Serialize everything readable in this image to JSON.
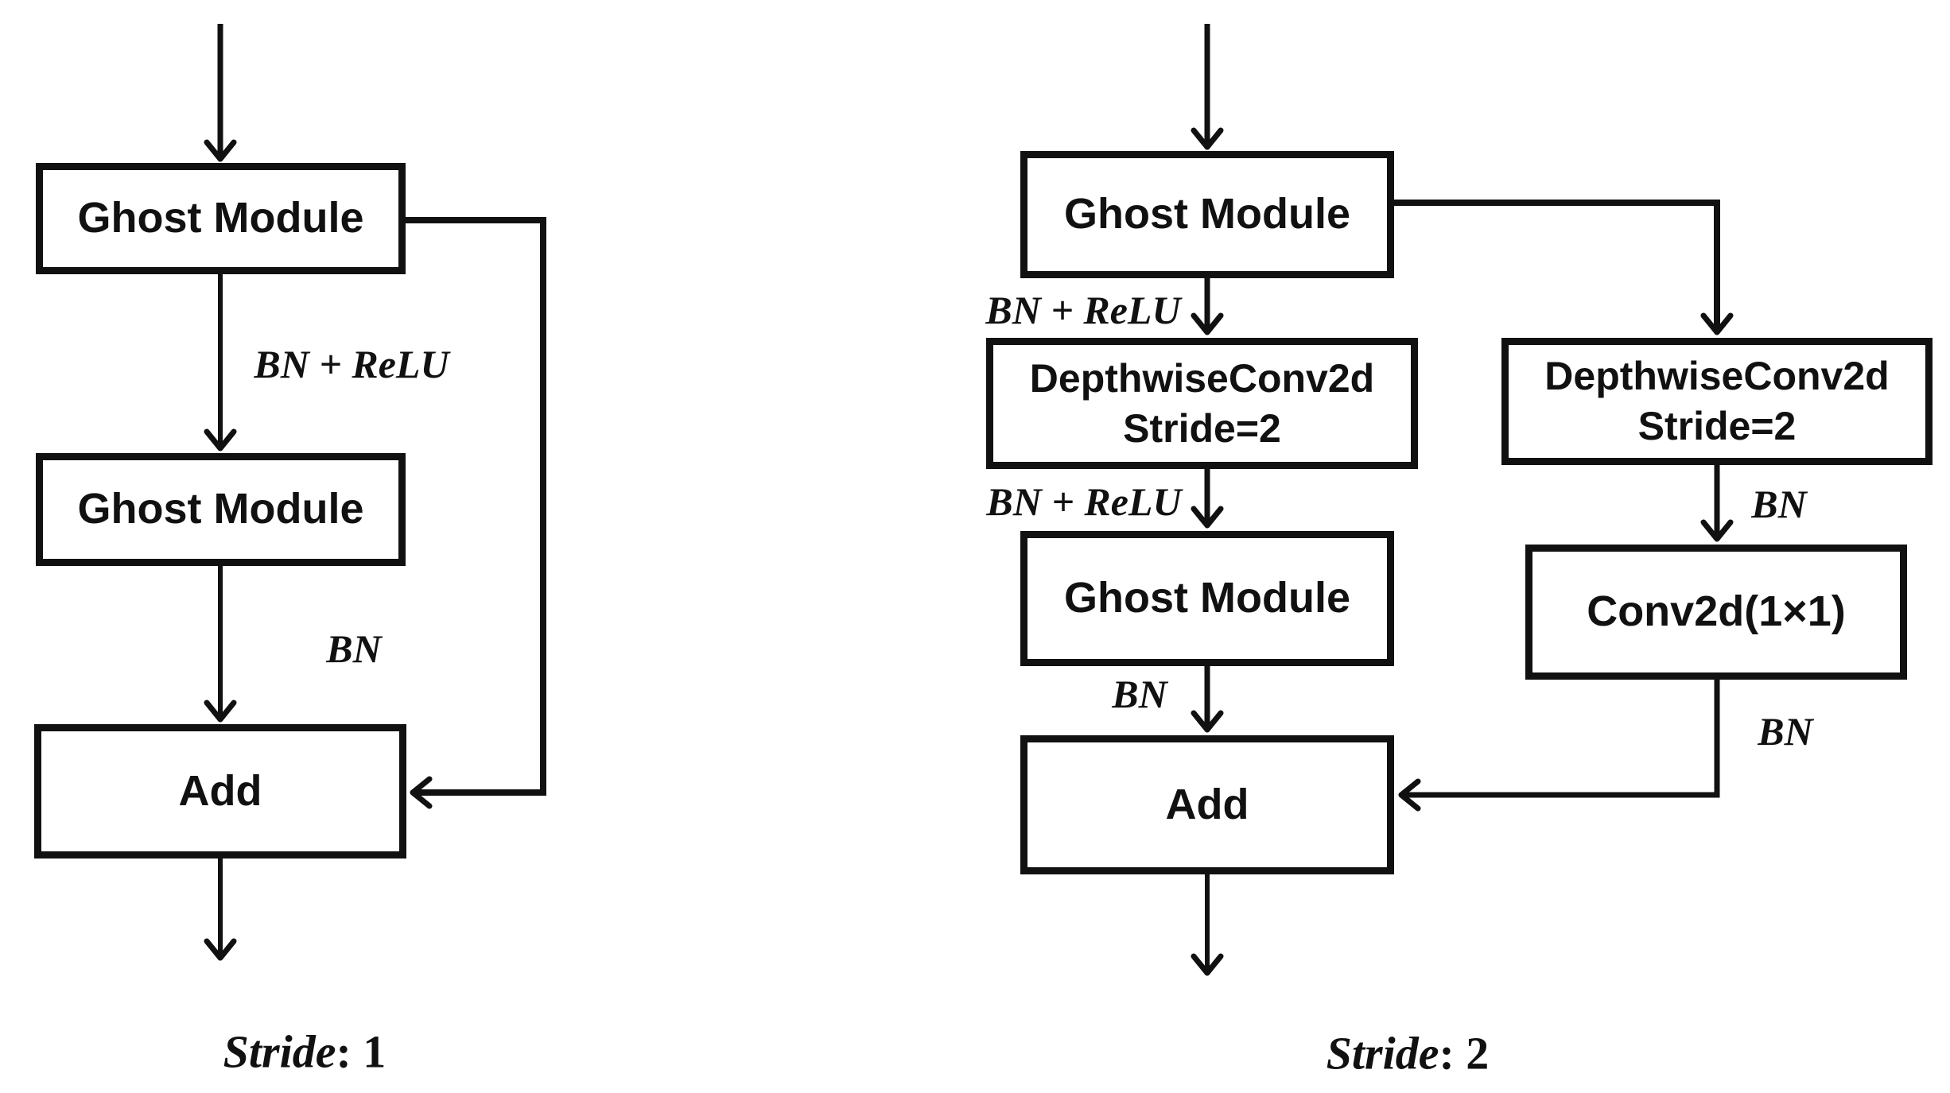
{
  "colors": {
    "ink": "#111111",
    "background": "#ffffff"
  },
  "left_diagram": {
    "caption": {
      "word": "Stride",
      "suffix": ": 1"
    },
    "boxes": {
      "ghost1": "Ghost Module",
      "ghost2": "Ghost Module",
      "add": "Add"
    },
    "labels": {
      "bn_relu": "BN + ReLU",
      "bn": "BN"
    }
  },
  "right_diagram": {
    "caption": {
      "word": "Stride",
      "suffix": ": 2"
    },
    "boxes": {
      "ghost1": "Ghost Module",
      "dw_main": {
        "line1": "DepthwiseConv2d",
        "line2": "Stride=2"
      },
      "dw_shortcut": {
        "line1": "DepthwiseConv2d",
        "line2": "Stride=2"
      },
      "ghost2": "Ghost Module",
      "conv": "Conv2d(1×1)",
      "add": "Add"
    },
    "labels": {
      "bn_relu_top": "BN + ReLU",
      "bn_relu_mid": "BN + ReLU",
      "bn_shortcut_top": "BN",
      "bn_main": "BN",
      "bn_shortcut_bottom": "BN"
    }
  }
}
